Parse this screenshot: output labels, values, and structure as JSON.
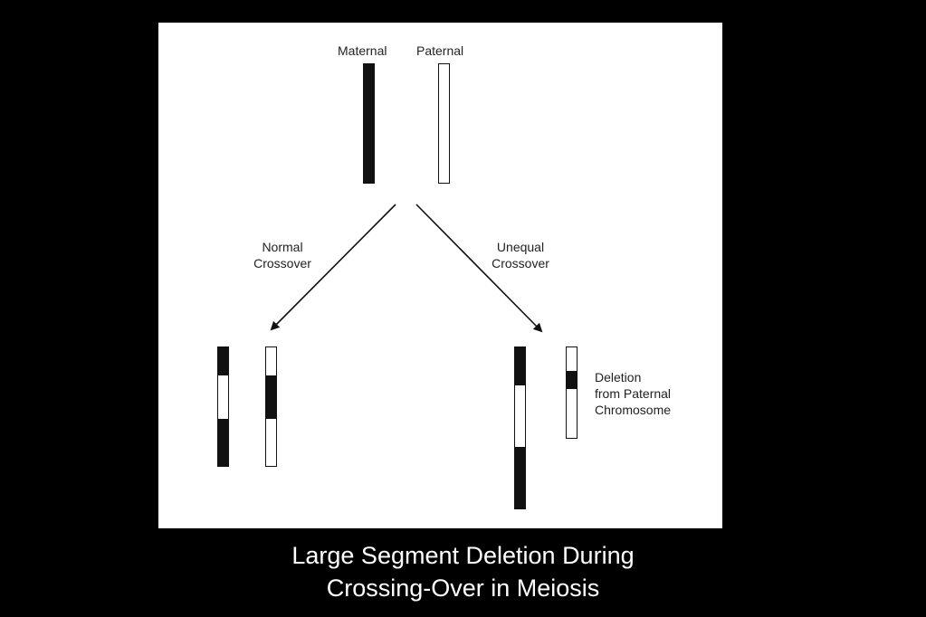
{
  "diagram": {
    "labels": {
      "maternal": "Maternal",
      "paternal": "Paternal",
      "normal_crossover": [
        "Normal",
        "Crossover"
      ],
      "unequal_crossover": [
        "Unequal",
        "Crossover"
      ],
      "deletion_note": [
        "Deletion",
        "from Paternal",
        "Chromosome"
      ]
    },
    "colors": {
      "maternal_fill": "#111111",
      "paternal_fill": "#ffffff",
      "panel_background": "#ffffff",
      "slide_background": "#000000"
    }
  },
  "caption": {
    "line1": "Large Segment Deletion During",
    "line2": "Crossing-Over in Meiosis"
  }
}
